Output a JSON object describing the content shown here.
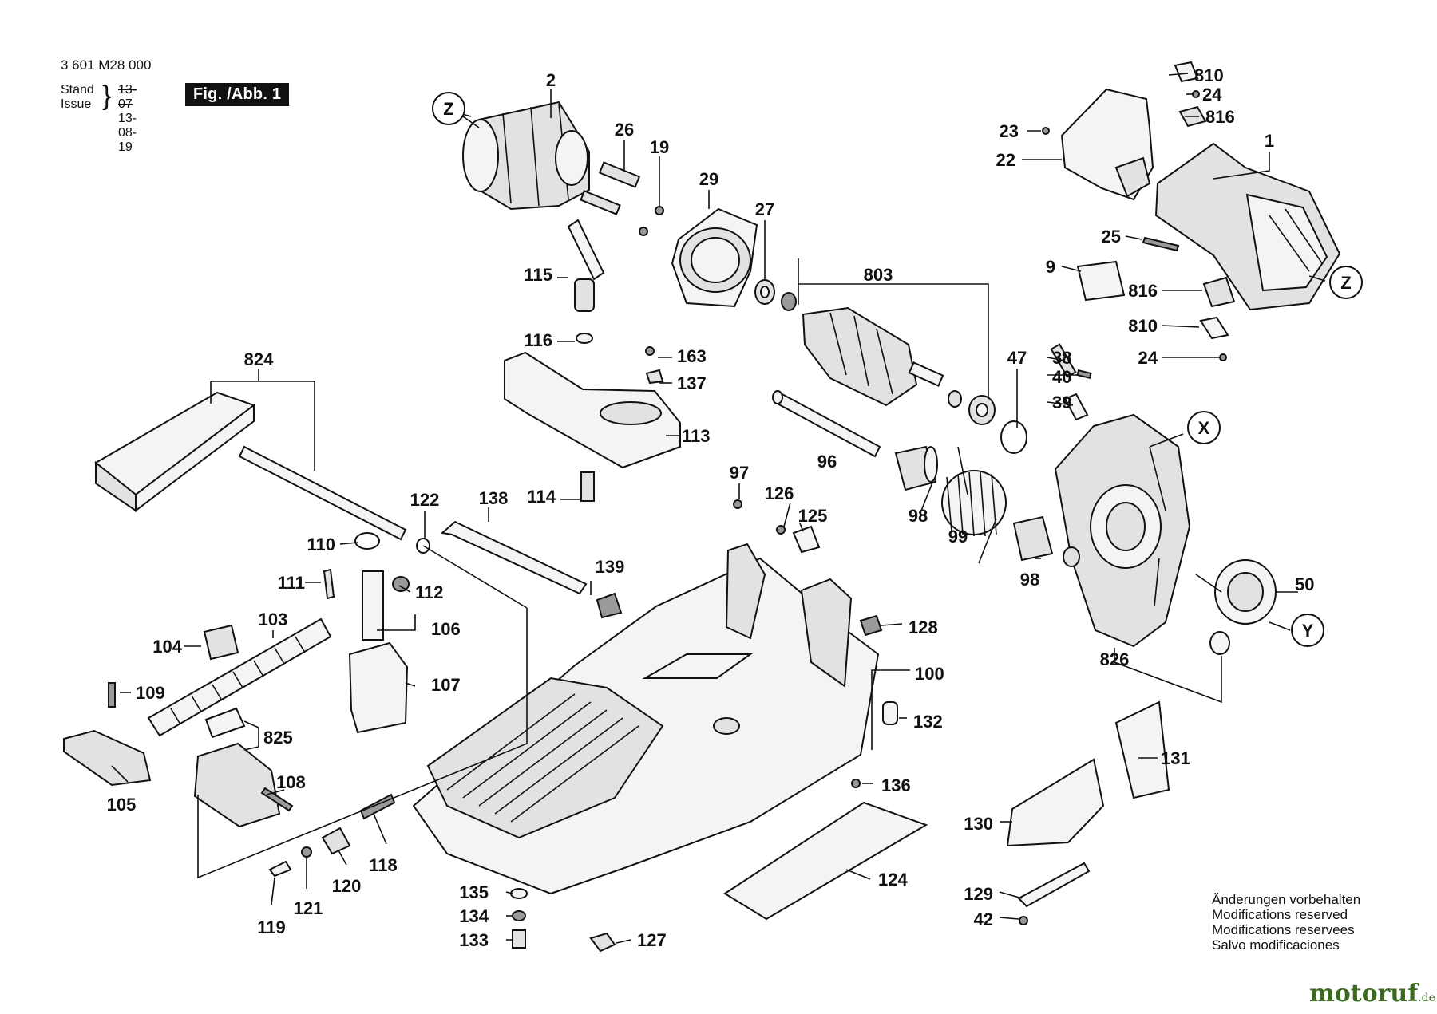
{
  "header": {
    "doc_id": "3 601 M28 000",
    "stand_label": "Stand",
    "issue_label": "Issue",
    "stand_date": "13-07",
    "issue_date": "13-08-19",
    "figure_label": "Fig. /Abb. 1"
  },
  "callouts": {
    "z": "Z",
    "x": "X",
    "y": "Y"
  },
  "parts": {
    "p2": "2",
    "p26": "26",
    "p19": "19",
    "p29": "29",
    "p27": "27",
    "p803": "803",
    "p115": "115",
    "p116": "116",
    "p163": "163",
    "p137": "137",
    "p113": "113",
    "p114": "114",
    "p824": "824",
    "p122": "122",
    "p138": "138",
    "p110": "110",
    "p111": "111",
    "p112": "112",
    "p103": "103",
    "p106": "106",
    "p104": "104",
    "p107": "107",
    "p109": "109",
    "p825": "825",
    "p108": "108",
    "p105": "105",
    "p139": "139",
    "p97": "97",
    "p126": "126",
    "p125": "125",
    "p96": "96",
    "p98a": "98",
    "p98b": "98",
    "p99": "99",
    "p128": "128",
    "p100": "100",
    "p132": "132",
    "p136": "136",
    "p118": "118",
    "p120": "120",
    "p121": "121",
    "p119": "119",
    "p135": "135",
    "p134": "134",
    "p133": "133",
    "p127": "127",
    "p124": "124",
    "p810a": "810",
    "p24a": "24",
    "p816a": "816",
    "p23": "23",
    "p22": "22",
    "p1": "1",
    "p25": "25",
    "p9": "9",
    "p816b": "816",
    "p810b": "810",
    "p24b": "24",
    "p47": "47",
    "p38": "38",
    "p40": "40",
    "p39": "39",
    "p50": "50",
    "p826": "826",
    "p131": "131",
    "p130": "130",
    "p129": "129",
    "p42": "42"
  },
  "notes": [
    "Änderungen vorbehalten",
    "Modifications reserved",
    "Modifications reservees",
    "Salvo modificaciones"
  ],
  "watermark": {
    "brand": "motoruf",
    "tld": ".de"
  }
}
